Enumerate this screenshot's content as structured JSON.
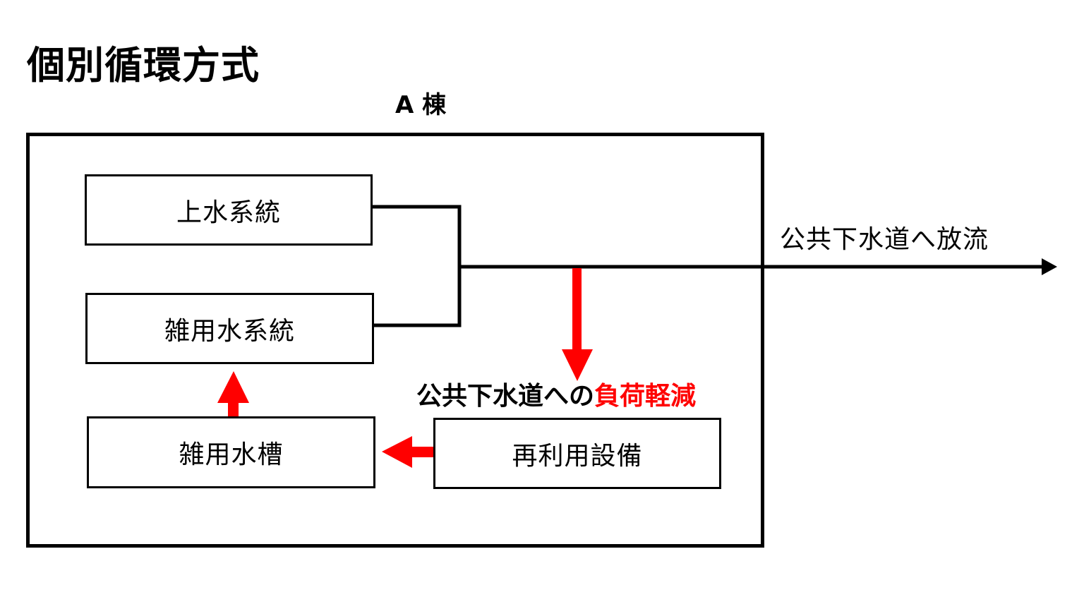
{
  "title": "個別循環方式",
  "building_label": "A 棟",
  "boxes": {
    "potable_water": "上水系統",
    "gray_water_system": "雑用水系統",
    "gray_water_tank": "雑用水槽",
    "reuse_facility": "再利用設備"
  },
  "discharge_label": "公共下水道へ放流",
  "reduction_label": {
    "prefix": "公共下水道への",
    "highlight": "負荷軽減"
  },
  "colors": {
    "line": "#000000",
    "accent_red": "#ff0000",
    "background": "#ffffff"
  }
}
